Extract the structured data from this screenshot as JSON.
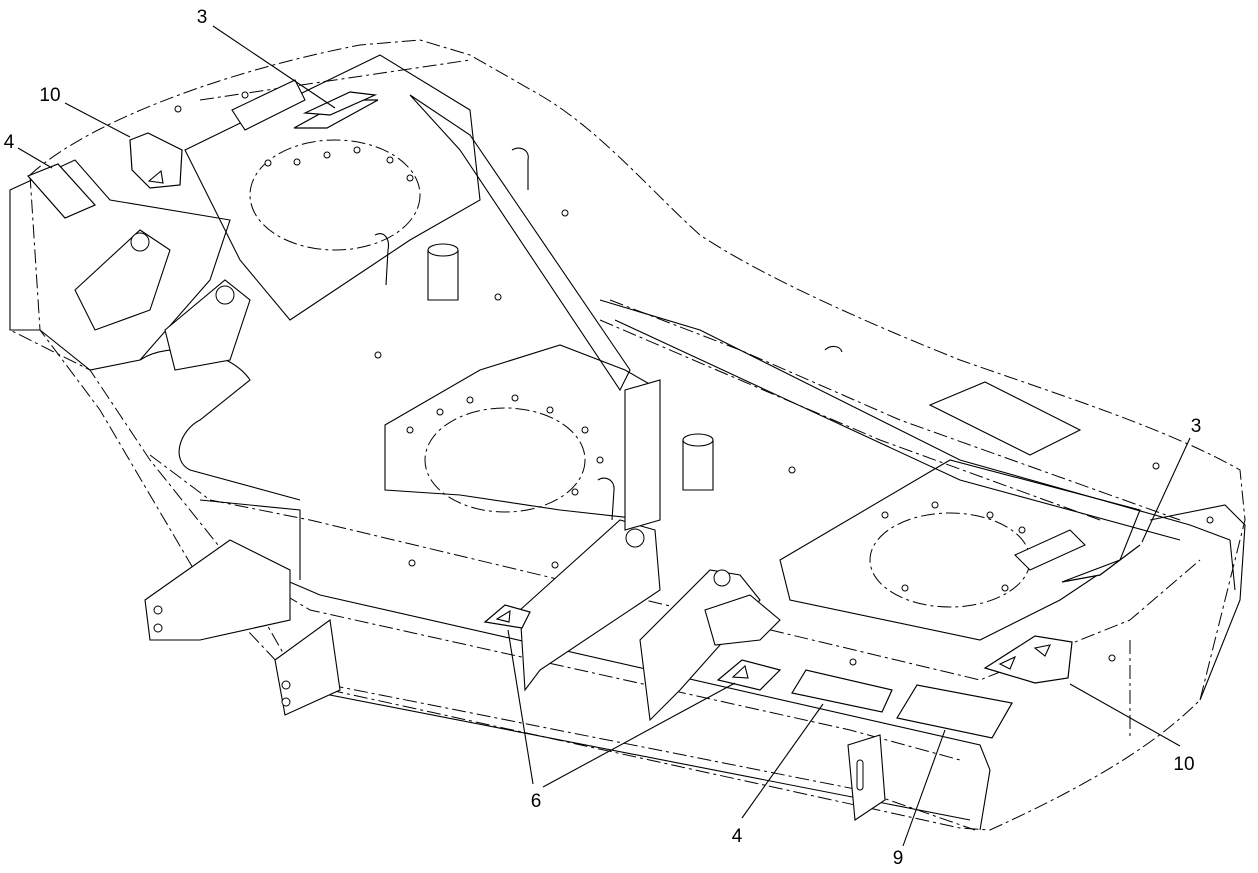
{
  "callouts": [
    {
      "id": "3-top",
      "label": "3"
    },
    {
      "id": "10-left",
      "label": "10"
    },
    {
      "id": "4-left",
      "label": "4"
    },
    {
      "id": "3-right",
      "label": "3"
    },
    {
      "id": "10-right",
      "label": "10"
    },
    {
      "id": "6",
      "label": "6"
    },
    {
      "id": "4-bottom",
      "label": "4"
    },
    {
      "id": "9",
      "label": "9"
    }
  ]
}
